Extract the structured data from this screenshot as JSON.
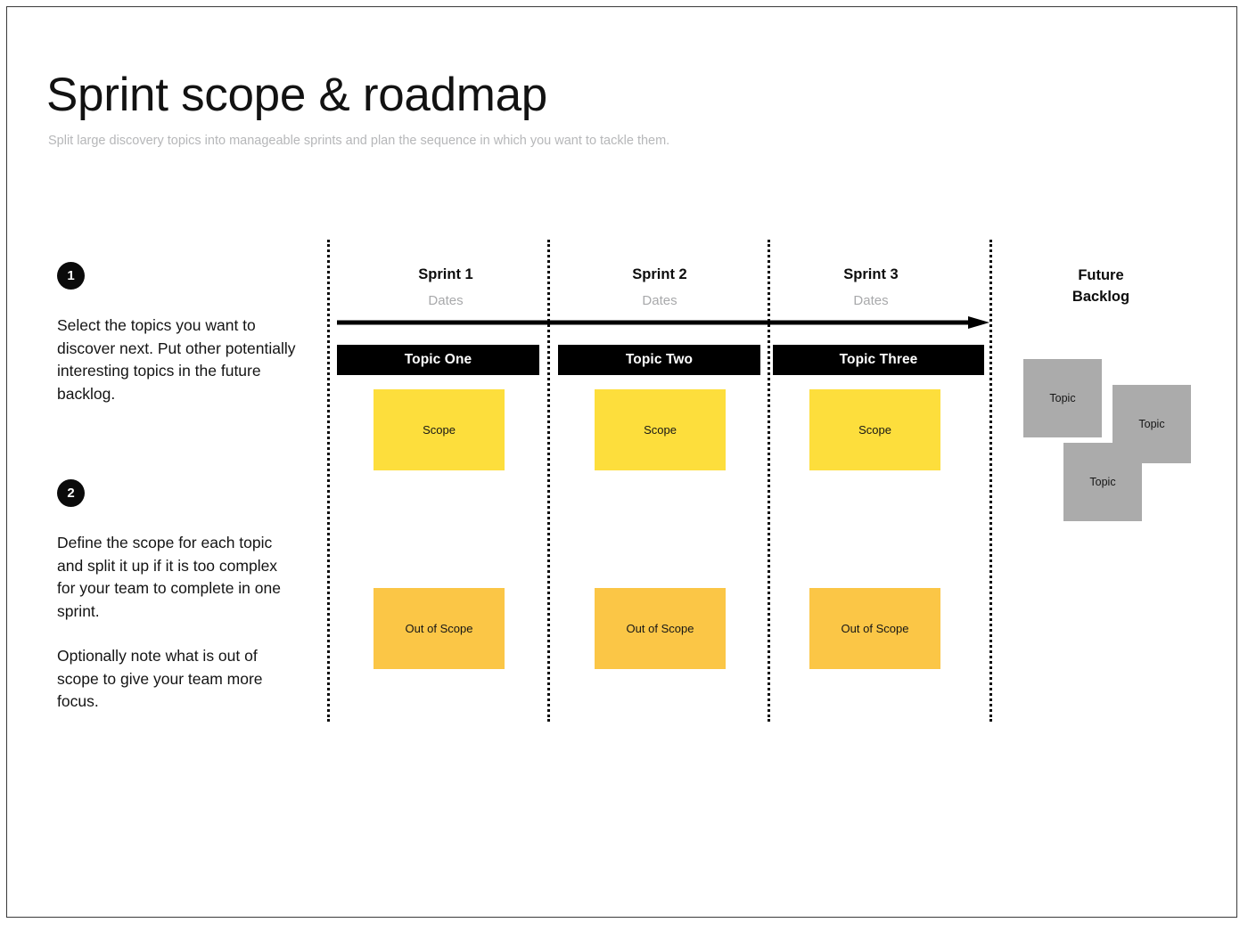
{
  "page": {
    "title": "Sprint scope & roadmap",
    "subtitle": "Split large discovery topics into manageable sprints and plan the sequence in which you want to tackle them."
  },
  "steps": [
    {
      "badge": "1",
      "paragraphs": [
        "Select the topics you want to discover next. Put other potentially interesting topics in the future backlog."
      ]
    },
    {
      "badge": "2",
      "paragraphs": [
        "Define the scope for each topic and split it up if it is too complex for your team to complete in one sprint.",
        "Optionally note what is out of scope to give your team more focus."
      ]
    }
  ],
  "timeline": {
    "arrow_icon": "right-arrow-icon",
    "columns": [
      {
        "sprint": "Sprint 1",
        "dates": "Dates",
        "topic": "Topic One",
        "scope": "Scope",
        "out_of_scope": "Out of Scope"
      },
      {
        "sprint": "Sprint 2",
        "dates": "Dates",
        "topic": "Topic Two",
        "scope": "Scope",
        "out_of_scope": "Out of Scope"
      },
      {
        "sprint": "Sprint 3",
        "dates": "Dates",
        "topic": "Topic Three",
        "scope": "Scope",
        "out_of_scope": "Out of Scope"
      }
    ]
  },
  "backlog": {
    "title_line1": "Future",
    "title_line2": "Backlog",
    "cards": [
      {
        "label": "Topic"
      },
      {
        "label": "Topic"
      },
      {
        "label": "Topic"
      }
    ]
  },
  "colors": {
    "scope": "#FDDE3C",
    "out_of_scope": "#FBC646",
    "topic_bar": "#000000",
    "backlog_card": "#ABABAB",
    "subtitle_text": "#B6B7B9",
    "dates_text": "#A8A9AB"
  }
}
